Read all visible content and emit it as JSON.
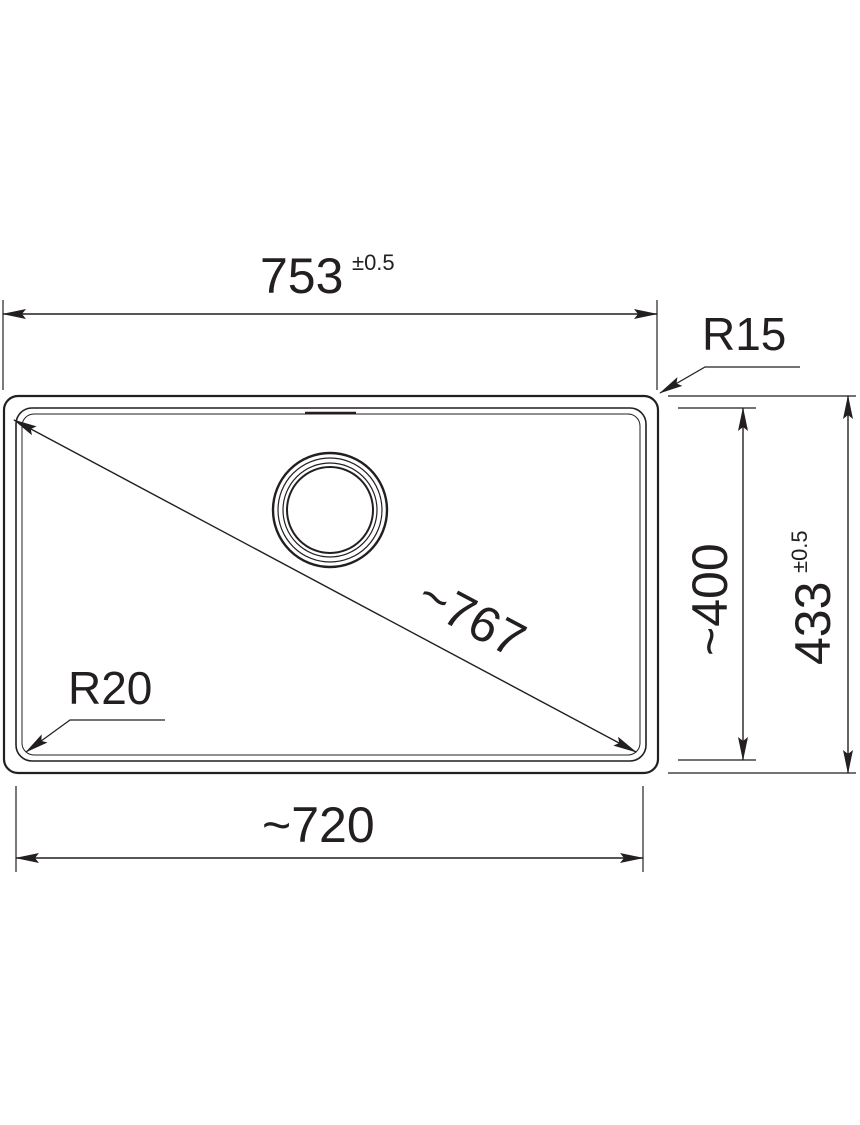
{
  "dimensions": {
    "overall_width": {
      "value": "753",
      "tolerance": "±0.5"
    },
    "overall_depth": {
      "value": "433",
      "tolerance": "±0.5"
    },
    "bowl_width": "~720",
    "bowl_depth": "~400",
    "bowl_diagonal": "~767",
    "outer_radius": "R15",
    "inner_radius": "R20"
  },
  "colors": {
    "line": "#231f20",
    "background": "#ffffff"
  }
}
